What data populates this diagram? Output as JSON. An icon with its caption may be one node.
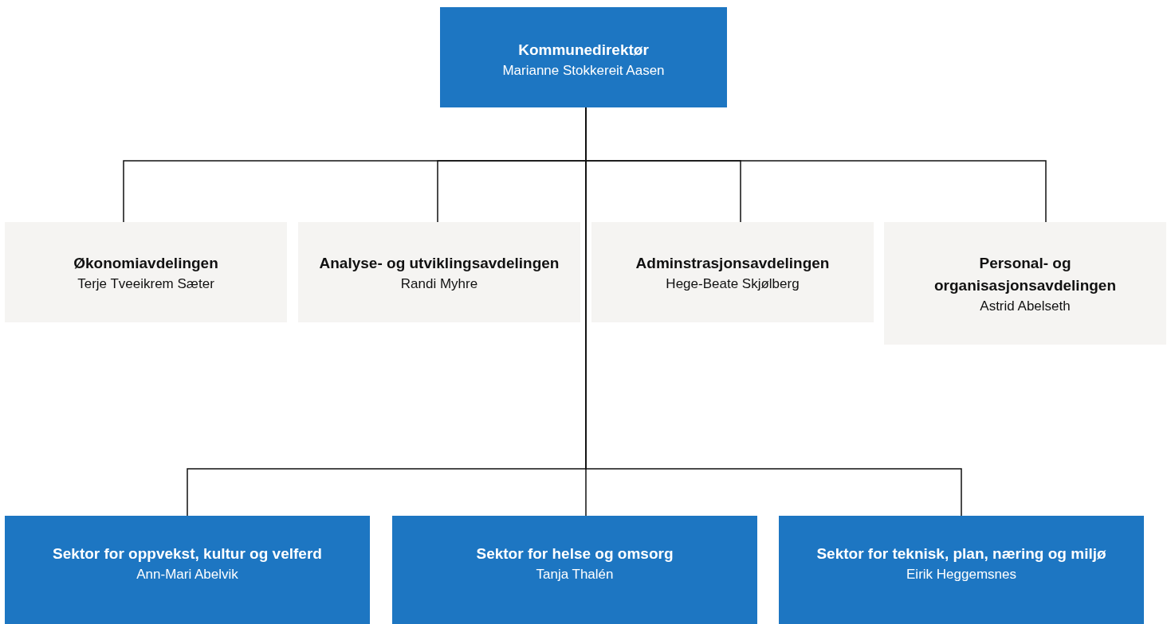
{
  "diagram": {
    "nodes": [
      {
        "text": [
          "Kommunedirektør",
          "Marianne Stokkereit Aasen"
        ]
      },
      {
        "text": [
          "Økonomiavdelingen",
          "Terje Tveeikrem Sæter"
        ]
      },
      {
        "text": [
          "Analyse- og utviklingsavdelingen",
          "Randi Myhre"
        ]
      },
      {
        "text": [
          "Adminstrasjonsavdelingen",
          "Hege-Beate Skjølberg"
        ]
      },
      {
        "text": [
          "Personal- og organisasjonsavdelingen",
          "Astrid Abelseth"
        ]
      },
      {
        "text": [
          "Sektor for oppvekst, kultur og velferd",
          "Ann-Mari Abelvik"
        ]
      },
      {
        "text": [
          "Sektor for helse og omsorg",
          "Tanja Thalén"
        ]
      },
      {
        "text": [
          "Sektor for teknisk, plan, næring og miljø",
          "Eirik Heggemsnes"
        ]
      }
    ],
    "edges": [
      {
        "from": 0,
        "to": 1,
        "arrow": "none"
      },
      {
        "from": 0,
        "to": 2,
        "arrow": "none"
      },
      {
        "from": 0,
        "to": 3,
        "arrow": "none"
      },
      {
        "from": 0,
        "to": 4,
        "arrow": "none"
      },
      {
        "from": 0,
        "to": 5,
        "arrow": "none"
      },
      {
        "from": 0,
        "to": 6,
        "arrow": "none"
      },
      {
        "from": 0,
        "to": 7,
        "arrow": "none"
      }
    ]
  }
}
